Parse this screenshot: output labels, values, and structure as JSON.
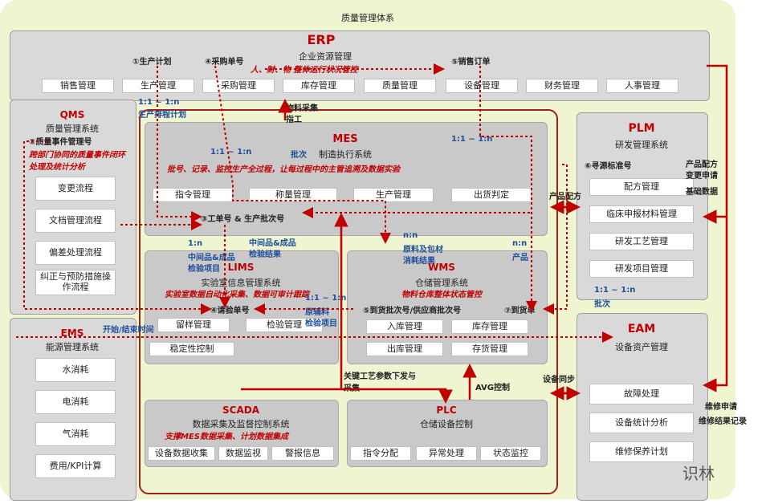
{
  "outer": {
    "title": "质量管理体系"
  },
  "erp": {
    "name": "ERP",
    "subtitle": "企业资源管理",
    "slogan": "人、财、物 整体运行状况管控",
    "items": [
      "销售管理",
      "生产管理",
      "采购管理",
      "库存管理",
      "质量管理",
      "设备管理",
      "财务管理",
      "人事管理"
    ],
    "plan_label": "①生产计划",
    "purchase_label": "④采购单号",
    "sales_label": "⑤销售订单"
  },
  "qms": {
    "name": "QMS",
    "subtitle": "质量管理系统",
    "event_label": "②质量事件管理号",
    "desc": "跨部门协同的质量事件闭环处理及统计分析",
    "items": [
      "变更流程",
      "文档管理流程",
      "偏差处理流程",
      "纠正与预防措施操作流程"
    ]
  },
  "ems": {
    "name": "EMS",
    "subtitle": "能源管理系统",
    "items": [
      "水消耗",
      "电消耗",
      "气消耗",
      "费用/KPI计算"
    ]
  },
  "mes": {
    "name": "MES",
    "subtitle": "制造执行系统",
    "desc": "批号、记录、监控生产全过程，让每过程中的主管追溯及数据实验",
    "items": [
      "指令管理",
      "称量管理",
      "生产管理",
      "出货判定"
    ],
    "work_label": "③工单号 & 生产批次号"
  },
  "lims": {
    "name": "LIMS",
    "subtitle": "实验室信息管理系统",
    "desc": "实验室数据自动化采集、数据可审计跟踪",
    "request_label": "④请验单号",
    "items": [
      "留样管理",
      "检验管理",
      "稳定性控制"
    ]
  },
  "wms": {
    "name": "WMS",
    "subtitle": "仓储管理系统",
    "desc": "物料仓库整体状态管控",
    "batch_label": "⑤到货批次号/供应商批次号",
    "delivery_label": "⑦到货单",
    "items": [
      "入库管理",
      "库存管理",
      "出库管理",
      "存货管理"
    ]
  },
  "plm": {
    "name": "PLM",
    "subtitle": "研发管理系统",
    "search_label": "⑥寻源标准号",
    "items": [
      "配方管理",
      "临床申报材料管理",
      "研发工艺管理",
      "研发项目管理"
    ],
    "right_notes": [
      "产品配方",
      "变更申请",
      "基础数据"
    ]
  },
  "eam": {
    "name": "EAM",
    "subtitle": "设备资产管理",
    "items": [
      "故障处理",
      "设备统计分析",
      "维修保养计划"
    ],
    "right_notes": [
      "维修申请",
      "维修结果记录"
    ]
  },
  "scada": {
    "name": "SCADA",
    "subtitle": "数据采集及监督控制系统",
    "desc": "支撑MES数据采集、计划数据集成",
    "items": [
      "设备数据收集",
      "数据监视",
      "警报信息"
    ]
  },
  "plc": {
    "name": "PLC",
    "subtitle": "仓储设备控制",
    "items": [
      "指令分配",
      "异常处理",
      "状态监控"
    ]
  },
  "notes": {
    "one_to_n_1": "1:1 ~ 1:n",
    "plan_note": "生产排程计划",
    "mat_rel": "物料采集",
    "mat_rel2": "指工",
    "one_to_n_2": "1:1 ~ 1:n",
    "one_to_n_3": "1:1 ~ 1:n",
    "batch_note": "批次",
    "product_recipe": "产品配方",
    "lims_one_n": "1:n",
    "mid_insp": "中间品&成品",
    "check_result": "检验结果",
    "mid_insp2": "中间品&成品",
    "check_item": "检验项目",
    "one_to_n_lims": "1:1 ~ 1:n",
    "raw_mat": "原辅料",
    "check_item2": "检验项目",
    "wms_n": "n:n",
    "wms_raw": "原料及包材",
    "wms_stock": "消耗结果",
    "wms_n2": "n:n",
    "wms_prod": "产品",
    "ems_link": "开始/结束时间",
    "key_param": "关键工艺参数下发与采集",
    "avg_ctrl": "AVG控制",
    "device_sync": "设备同步",
    "plm_one_n": "1:1 ~ 1:n",
    "plm_batch": "批次"
  },
  "watermark": "识林"
}
